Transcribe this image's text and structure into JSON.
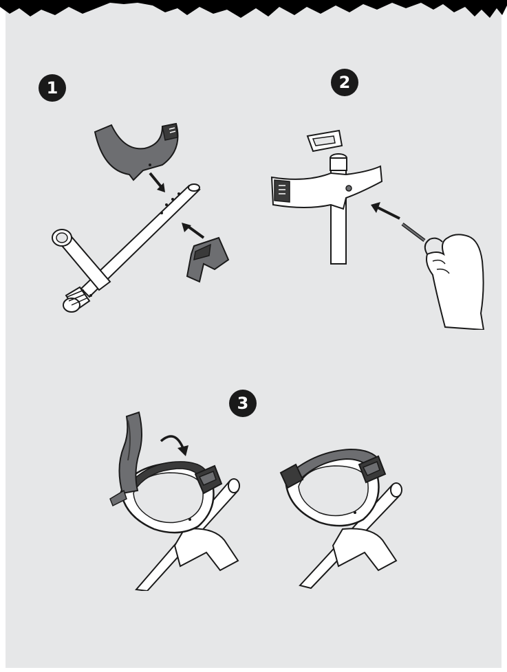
{
  "steps": [
    {
      "number": "1",
      "icons": [
        "forearm-cuff",
        "crutch-tube",
        "handle-clip",
        "insert-arrow"
      ]
    },
    {
      "number": "2",
      "icons": [
        "cuff-on-tube",
        "hex-key",
        "hand",
        "insert-arrow"
      ]
    },
    {
      "number": "3",
      "icons": [
        "cuff-strap-open",
        "cuff-strap-closed",
        "fold-arrow"
      ]
    }
  ],
  "colors": {
    "background": "#e6e7e8",
    "line": "#1a1a1a",
    "part_gray": "#6d6e71",
    "part_dark": "#3a3a3a",
    "white": "#ffffff"
  }
}
